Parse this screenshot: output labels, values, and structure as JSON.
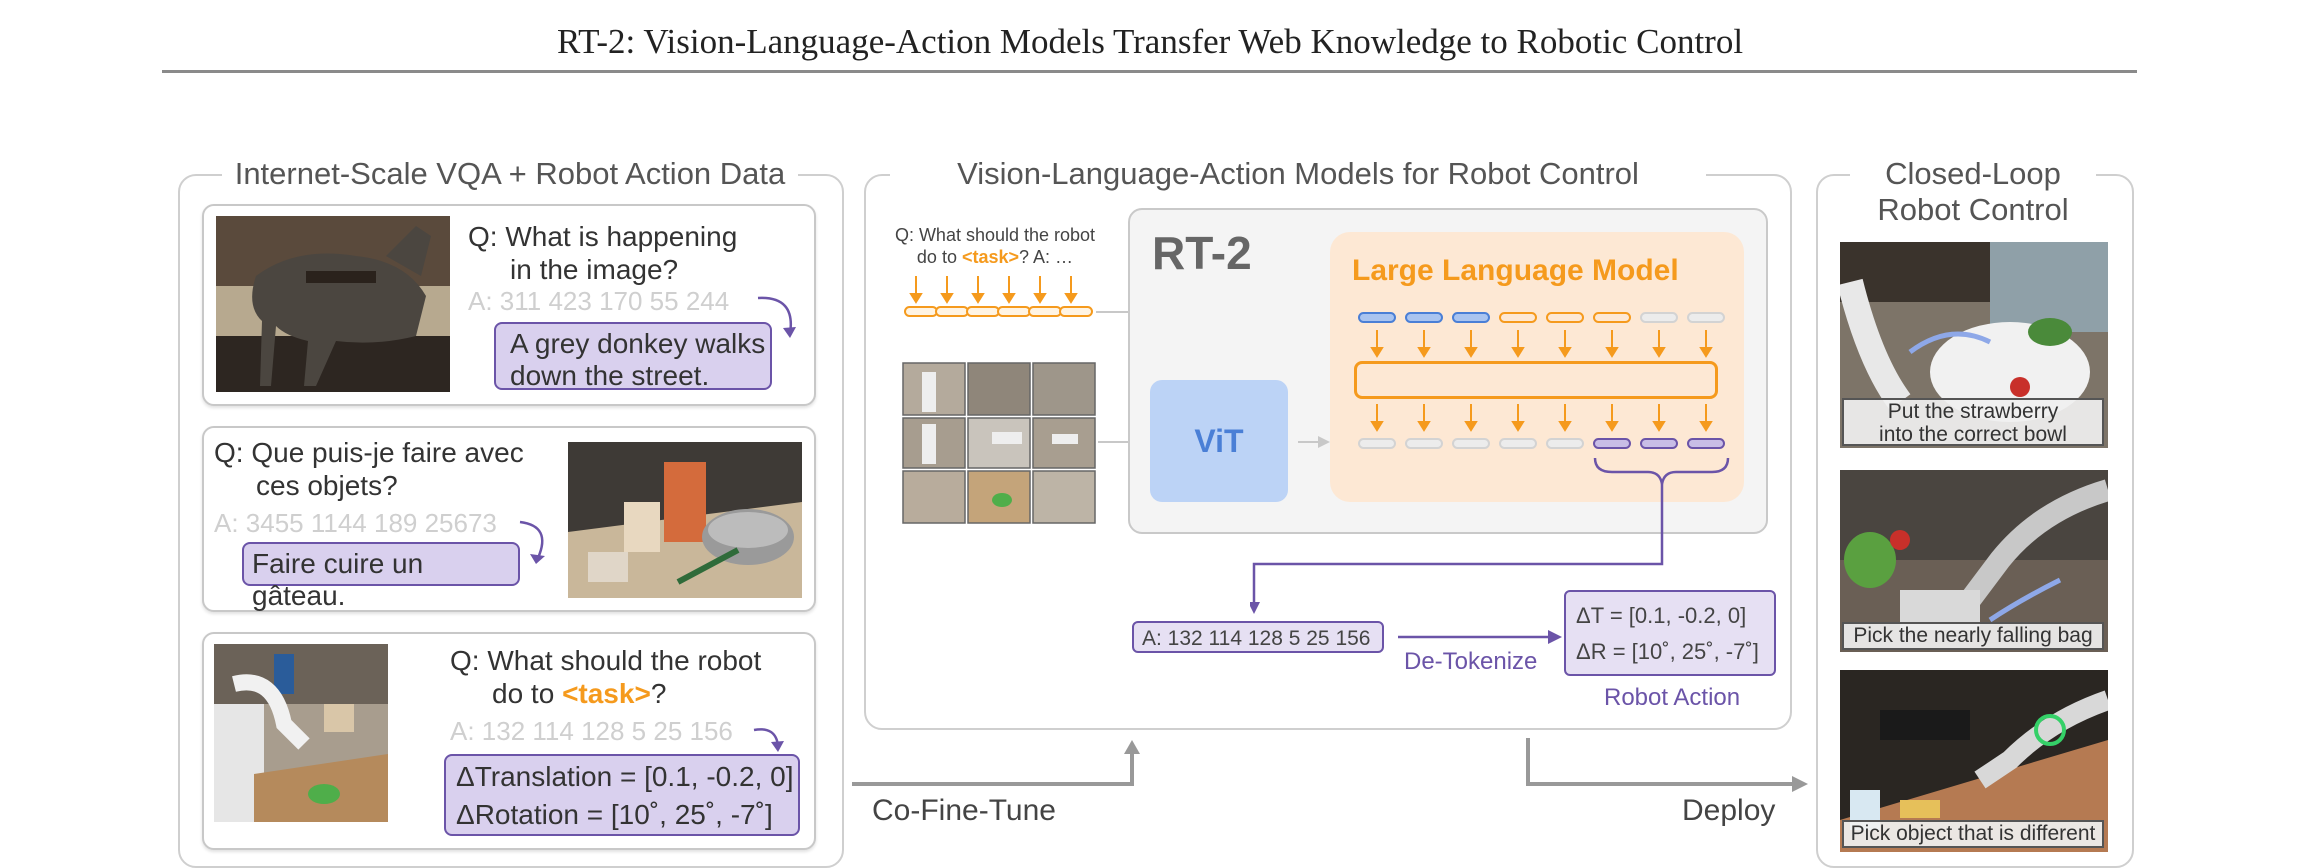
{
  "header": {
    "title": "RT-2: Vision-Language-Action Models Transfer Web Knowledge to Robotic Control"
  },
  "left": {
    "title": "Internet-Scale VQA + Robot Action Data",
    "card1": {
      "q_line1": "Q: What is happening",
      "q_line2": "in the image?",
      "tokens": "A: 311 423 170 55 244",
      "ans_line1": "A grey donkey walks",
      "ans_line2": "down the street."
    },
    "card2": {
      "q_line1": "Q: Que puis-je faire avec",
      "q_line2": "ces objets?",
      "tokens": "A: 3455 1144 189 25673",
      "answer": "Faire cuire un gâteau."
    },
    "card3": {
      "q_line1": "Q: What should the robot",
      "q_line2_pre": "do to ",
      "task": "<task>",
      "q_line2_post": "?",
      "tokens": "A: 132 114 128 5 25 156",
      "ans_line1": "ΔTranslation = [0.1, -0.2, 0]",
      "ans_line2": "ΔRotation = [10˚, 25˚, -7˚]"
    }
  },
  "middle": {
    "title": "Vision-Language-Action Models for Robot Control",
    "prompt_line1": "Q: What should the robot",
    "prompt_line2_pre": "do to ",
    "prompt_task": "<task>",
    "prompt_line2_post": "? A: …",
    "rt2_label": "RT-2",
    "llm_label": "Large Language Model",
    "vit_label": "ViT",
    "action_tokens": "A: 132 114 128 5 25 156",
    "detokenize_label": "De-Tokenize",
    "delta_t": "ΔT = [0.1, -0.2, 0]",
    "delta_r": "ΔR = [10˚, 25˚, -7˚]",
    "robot_action_label": "Robot Action"
  },
  "bottom": {
    "cofinetune": "Co-Fine-Tune",
    "deploy": "Deploy"
  },
  "right": {
    "title_line1": "Closed-Loop",
    "title_line2": "Robot Control",
    "caption1_line1": "Put the strawberry",
    "caption1_line2": "into the correct bowl",
    "caption2": "Pick the nearly falling bag",
    "caption3": "Pick object that is different"
  },
  "colors": {
    "accent_orange": "#f59a1d",
    "accent_purple": "#6b54a8",
    "accent_blue": "#4a7fd6"
  }
}
